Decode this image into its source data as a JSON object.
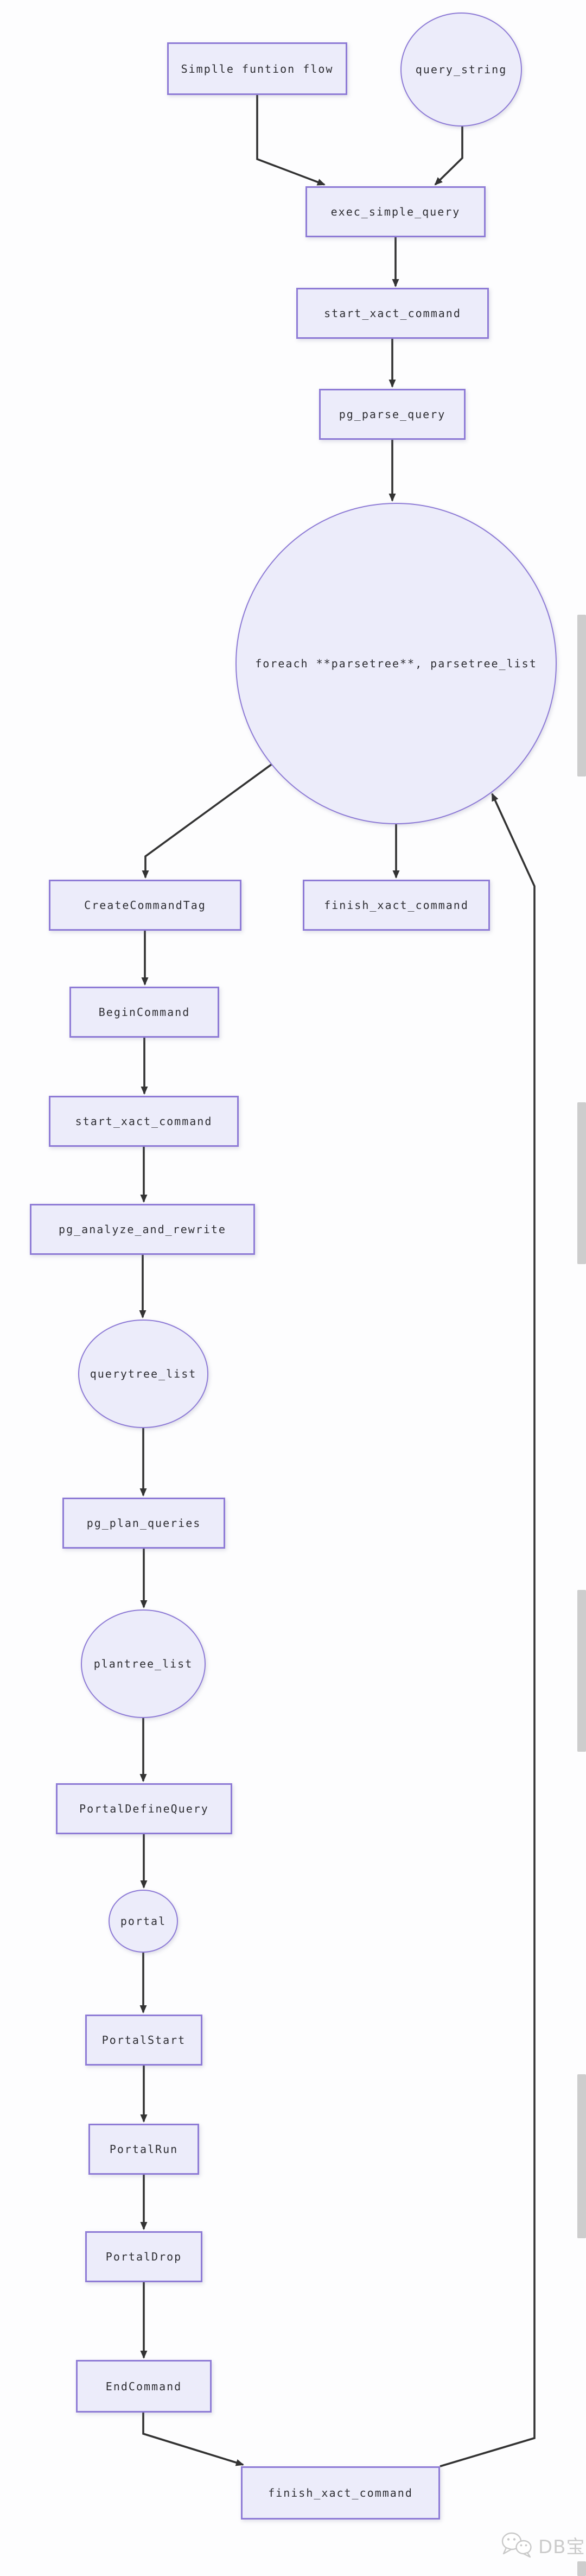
{
  "diagram": {
    "nodes": [
      {
        "id": "simplle-funtion-flow",
        "label": "Simplle funtion flow",
        "shape": "rect"
      },
      {
        "id": "query-string",
        "label": "query_string",
        "shape": "ellipse"
      },
      {
        "id": "exec-simple-query",
        "label": "exec_simple_query",
        "shape": "rect"
      },
      {
        "id": "start-xact-command-1",
        "label": "start_xact_command",
        "shape": "rect"
      },
      {
        "id": "pg-parse-query",
        "label": "pg_parse_query",
        "shape": "rect"
      },
      {
        "id": "foreach-parsetree",
        "label": "foreach **parsetree**, parsetree_list",
        "shape": "circle"
      },
      {
        "id": "create-command-tag",
        "label": "CreateCommandTag",
        "shape": "rect"
      },
      {
        "id": "finish-xact-command-1",
        "label": "finish_xact_command",
        "shape": "rect"
      },
      {
        "id": "begin-command",
        "label": "BeginCommand",
        "shape": "rect"
      },
      {
        "id": "start-xact-command-2",
        "label": "start_xact_command",
        "shape": "rect"
      },
      {
        "id": "pg-analyze-and-rewrite",
        "label": "pg_analyze_and_rewrite",
        "shape": "rect"
      },
      {
        "id": "querytree-list",
        "label": "querytree_list",
        "shape": "ellipse"
      },
      {
        "id": "pg-plan-queries",
        "label": "pg_plan_queries",
        "shape": "rect"
      },
      {
        "id": "plantree-list",
        "label": "plantree_list",
        "shape": "ellipse"
      },
      {
        "id": "portal-define-query",
        "label": "PortalDefineQuery",
        "shape": "rect"
      },
      {
        "id": "portal",
        "label": "portal",
        "shape": "ellipse"
      },
      {
        "id": "portal-start",
        "label": "PortalStart",
        "shape": "rect"
      },
      {
        "id": "portal-run",
        "label": "PortalRun",
        "shape": "rect"
      },
      {
        "id": "portal-drop",
        "label": "PortalDrop",
        "shape": "rect"
      },
      {
        "id": "end-command",
        "label": "EndCommand",
        "shape": "rect"
      },
      {
        "id": "finish-xact-command-2",
        "label": "finish_xact_command",
        "shape": "rect"
      }
    ],
    "edges": [
      {
        "from": "simplle-funtion-flow",
        "to": "exec-simple-query"
      },
      {
        "from": "query-string",
        "to": "exec-simple-query"
      },
      {
        "from": "exec-simple-query",
        "to": "start-xact-command-1"
      },
      {
        "from": "start-xact-command-1",
        "to": "pg-parse-query"
      },
      {
        "from": "pg-parse-query",
        "to": "foreach-parsetree"
      },
      {
        "from": "foreach-parsetree",
        "to": "create-command-tag"
      },
      {
        "from": "foreach-parsetree",
        "to": "finish-xact-command-1"
      },
      {
        "from": "create-command-tag",
        "to": "begin-command"
      },
      {
        "from": "begin-command",
        "to": "start-xact-command-2"
      },
      {
        "from": "start-xact-command-2",
        "to": "pg-analyze-and-rewrite"
      },
      {
        "from": "pg-analyze-and-rewrite",
        "to": "querytree-list"
      },
      {
        "from": "querytree-list",
        "to": "pg-plan-queries"
      },
      {
        "from": "pg-plan-queries",
        "to": "plantree-list"
      },
      {
        "from": "plantree-list",
        "to": "portal-define-query"
      },
      {
        "from": "portal-define-query",
        "to": "portal"
      },
      {
        "from": "portal",
        "to": "portal-start"
      },
      {
        "from": "portal-start",
        "to": "portal-run"
      },
      {
        "from": "portal-run",
        "to": "portal-drop"
      },
      {
        "from": "portal-drop",
        "to": "end-command"
      },
      {
        "from": "end-command",
        "to": "finish-xact-command-2"
      },
      {
        "from": "finish-xact-command-2",
        "to": "foreach-parsetree"
      }
    ],
    "colors": {
      "node_fill": "#ECECFA",
      "node_border": "#8E7BD6",
      "arrow": "#333333",
      "text": "#2e2e33",
      "scrollbar_thumb": "#CDCDCD",
      "watermark": "#CBCBCB",
      "background": "#FDFDFE"
    }
  },
  "watermark": {
    "text": "DB宝",
    "icon": "wechat-logo-icon"
  }
}
